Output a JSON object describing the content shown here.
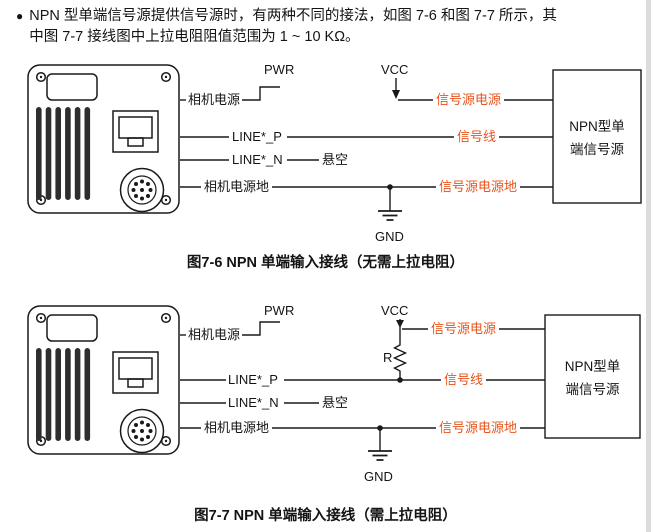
{
  "colors": {
    "accent": "#e8541c",
    "ink": "#141414"
  },
  "intro": {
    "bullet": "●",
    "line1": "NPN 型单端信号源提供信号源时，有两种不同的接法，如图 7-6 和图 7-7 所示，其",
    "line2": "中图 7-7 接线图中上拉电阻阻值范围为 1 ~ 10 KΩ。"
  },
  "figure1": {
    "caption": "图7-6 NPN 单端输入接线（无需上拉电阻）",
    "labels": {
      "pwr": "PWR",
      "vcc": "VCC",
      "gnd": "GND",
      "camera_power": "相机电源",
      "line_p": "LINE*_P",
      "line_n": "LINE*_N",
      "camera_power_ground": "相机电源地",
      "signal_source_power": "信号源电源",
      "signal_line": "信号线",
      "floating": "悬空",
      "signal_source_power_ground": "信号源电源地"
    },
    "device_box": {
      "line1": "NPN型单",
      "line2": "端信号源"
    }
  },
  "figure2": {
    "caption": "图7-7 NPN 单端输入接线（需上拉电阻）",
    "labels": {
      "pwr": "PWR",
      "vcc": "VCC",
      "gnd": "GND",
      "resistor": "R",
      "camera_power": "相机电源",
      "line_p": "LINE*_P",
      "line_n": "LINE*_N",
      "camera_power_ground": "相机电源地",
      "signal_source_power": "信号源电源",
      "signal_line": "信号线",
      "floating": "悬空",
      "signal_source_power_ground": "信号源电源地"
    },
    "device_box": {
      "line1": "NPN型单",
      "line2": "端信号源"
    }
  }
}
